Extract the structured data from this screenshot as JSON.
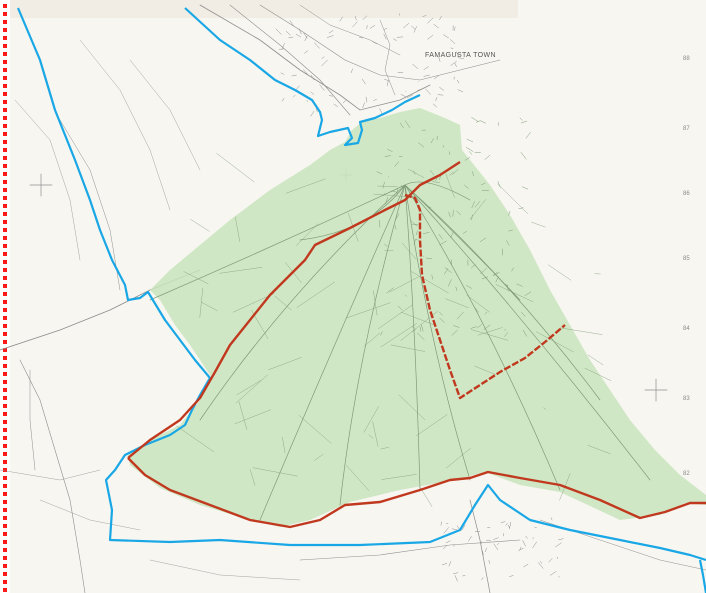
{
  "map": {
    "place_label": "FAMAGUSTA TOWN",
    "colors": {
      "paper": "#f7f6f1",
      "sheet_edge": "#ece8dc",
      "perforation": "#ff1a1a",
      "basemap_lines": "#8e8e8e",
      "shaded_area": "#c9e4bd",
      "shaded_area_lines": "#7f9b78",
      "blue_boundary": "#19a7e6",
      "red_boundary": "#c0391f"
    },
    "grid_labels": [
      "82",
      "83",
      "84",
      "85",
      "86",
      "87",
      "88"
    ]
  }
}
